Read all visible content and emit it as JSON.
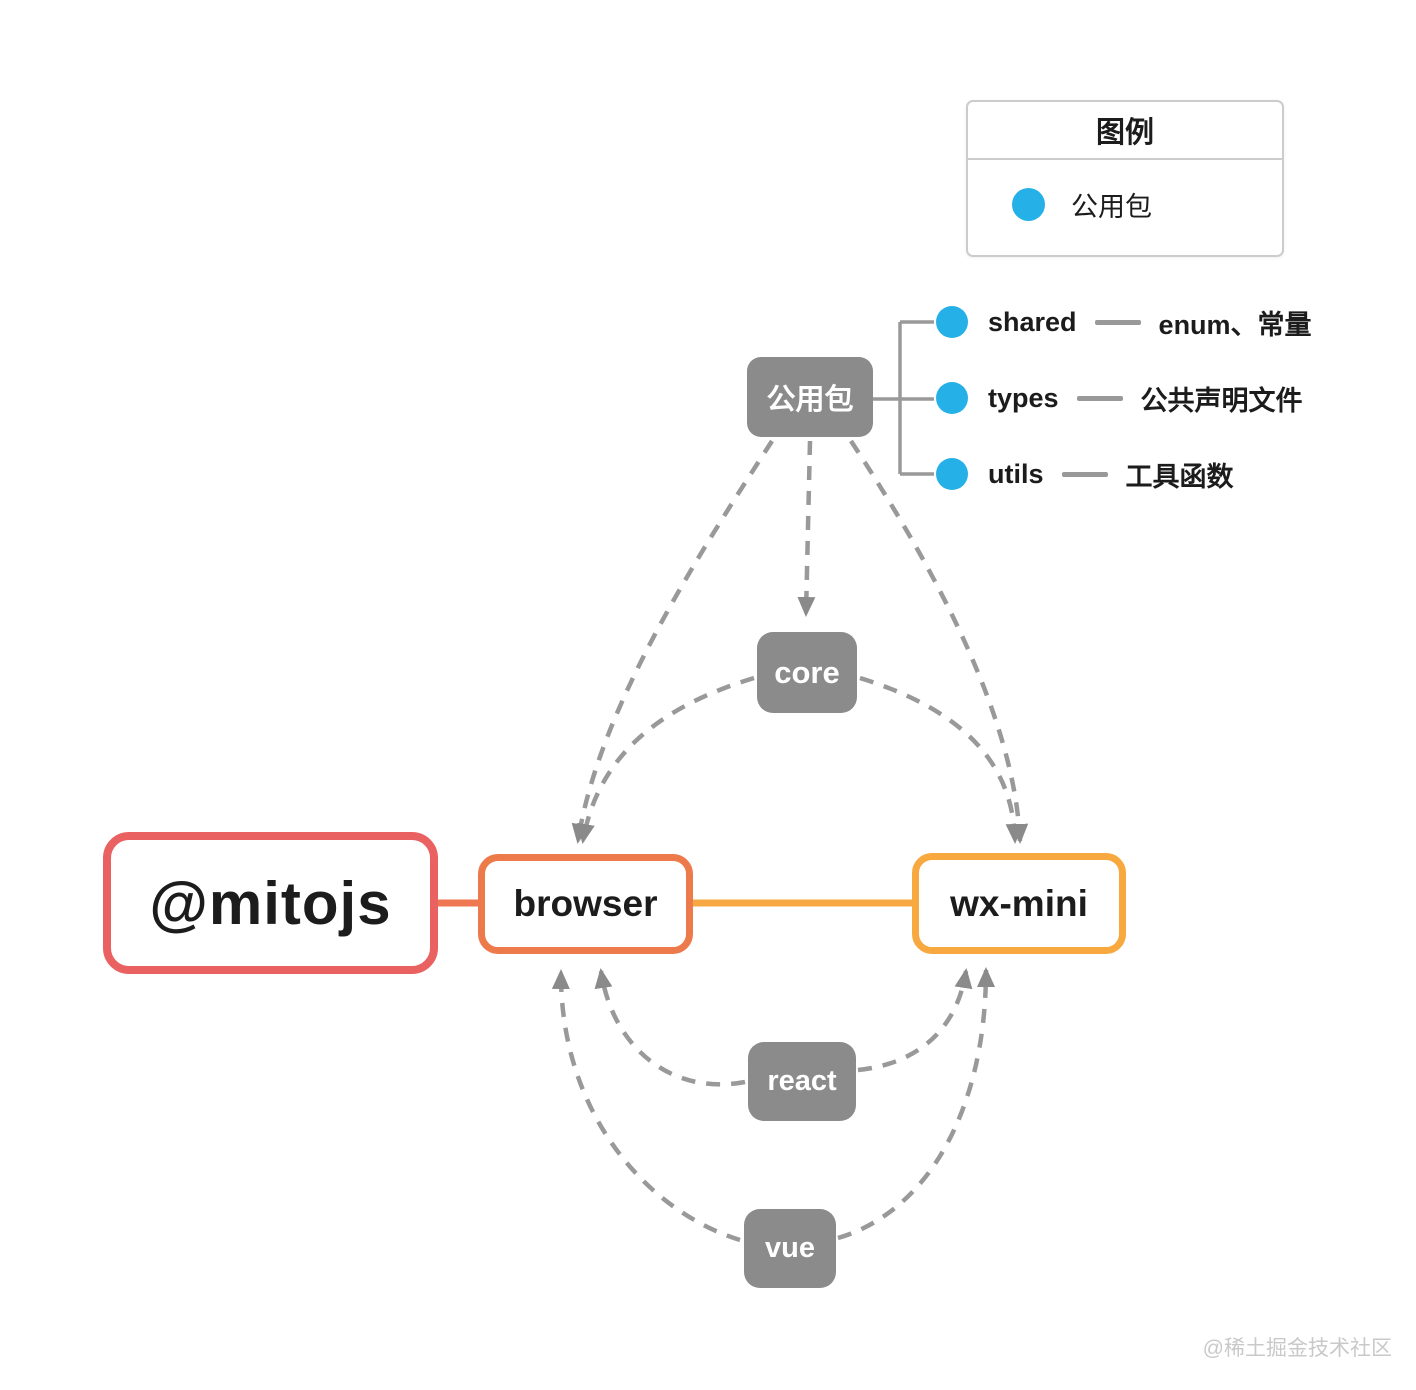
{
  "legend": {
    "title": "图例",
    "items": [
      {
        "label": "公用包"
      }
    ]
  },
  "package_tree": {
    "node_label": "公用包",
    "children": [
      {
        "name": "shared",
        "desc": "enum、常量"
      },
      {
        "name": "types",
        "desc": "公共声明文件"
      },
      {
        "name": "utils",
        "desc": "工具函数"
      }
    ]
  },
  "nodes": {
    "root": "@mitojs",
    "browser": "browser",
    "wx_mini": "wx-mini",
    "core": "core",
    "react": "react",
    "vue": "vue"
  },
  "watermark": "@稀土掘金技术社区",
  "colors": {
    "node-gray": "#8b8b8b",
    "line-gray": "#999999",
    "arrow-gray": "#8a8a8a",
    "dot-blue": "#25b1e7",
    "mitojs-red": "#e96161",
    "browser-orange": "#ed7a4b",
    "wxmini-amber": "#f7a83f",
    "connector-orange": "#ef7752",
    "connector-amber": "#f8a843",
    "legend-border": "#cccccc",
    "text-dark": "#1c1c1c",
    "watermark-gray": "#c9c9c9"
  }
}
